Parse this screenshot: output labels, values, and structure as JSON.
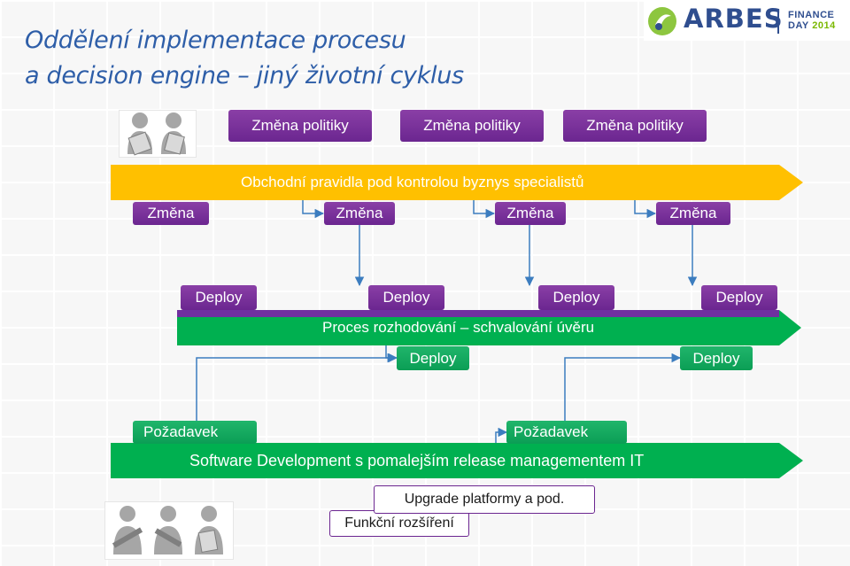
{
  "title": {
    "line1": "Oddělení implementace procesu",
    "line2": "a decision engine – jiný životní cyklus"
  },
  "logo": {
    "brand": "ARBES",
    "line1": "FINANCE",
    "line2_a": "DAY",
    "line2_b": "2014",
    "mark": "arbes-logo-icon"
  },
  "colors": {
    "title": "#2e5ea8",
    "yellow_arrow": "#ffc000",
    "purple": "#7030a0",
    "green": "#00b050",
    "line": "#3c7dbf"
  },
  "policy": {
    "labels": [
      "Změna politiky",
      "Změna politiky",
      "Změna politiky"
    ]
  },
  "business_rules": {
    "arrow_label": "Obchodní pravidla pod kontrolou byznys specialistů",
    "changes": [
      "Změna",
      "Změna",
      "Změna",
      "Změna"
    ]
  },
  "decision_process": {
    "top_deploys": [
      "Deploy",
      "Deploy",
      "Deploy",
      "Deploy"
    ],
    "arrow_label": "Proces rozhodování – schvalování úvěru",
    "bottom_deploys": [
      "Deploy",
      "Deploy"
    ]
  },
  "software": {
    "requests": [
      "Požadavek",
      "Požadavek"
    ],
    "arrow_label": "Software Development s pomalejším release managementem IT",
    "upgrade": "Upgrade platformy a pod.",
    "functional": "Funkční rozšíření"
  },
  "icons": {
    "top_people": [
      "person-with-document-icon",
      "person-with-calculator-icon"
    ],
    "bottom_people": [
      "person-with-wrench-icon",
      "person-with-tools-icon",
      "person-with-calculator-icon"
    ]
  }
}
